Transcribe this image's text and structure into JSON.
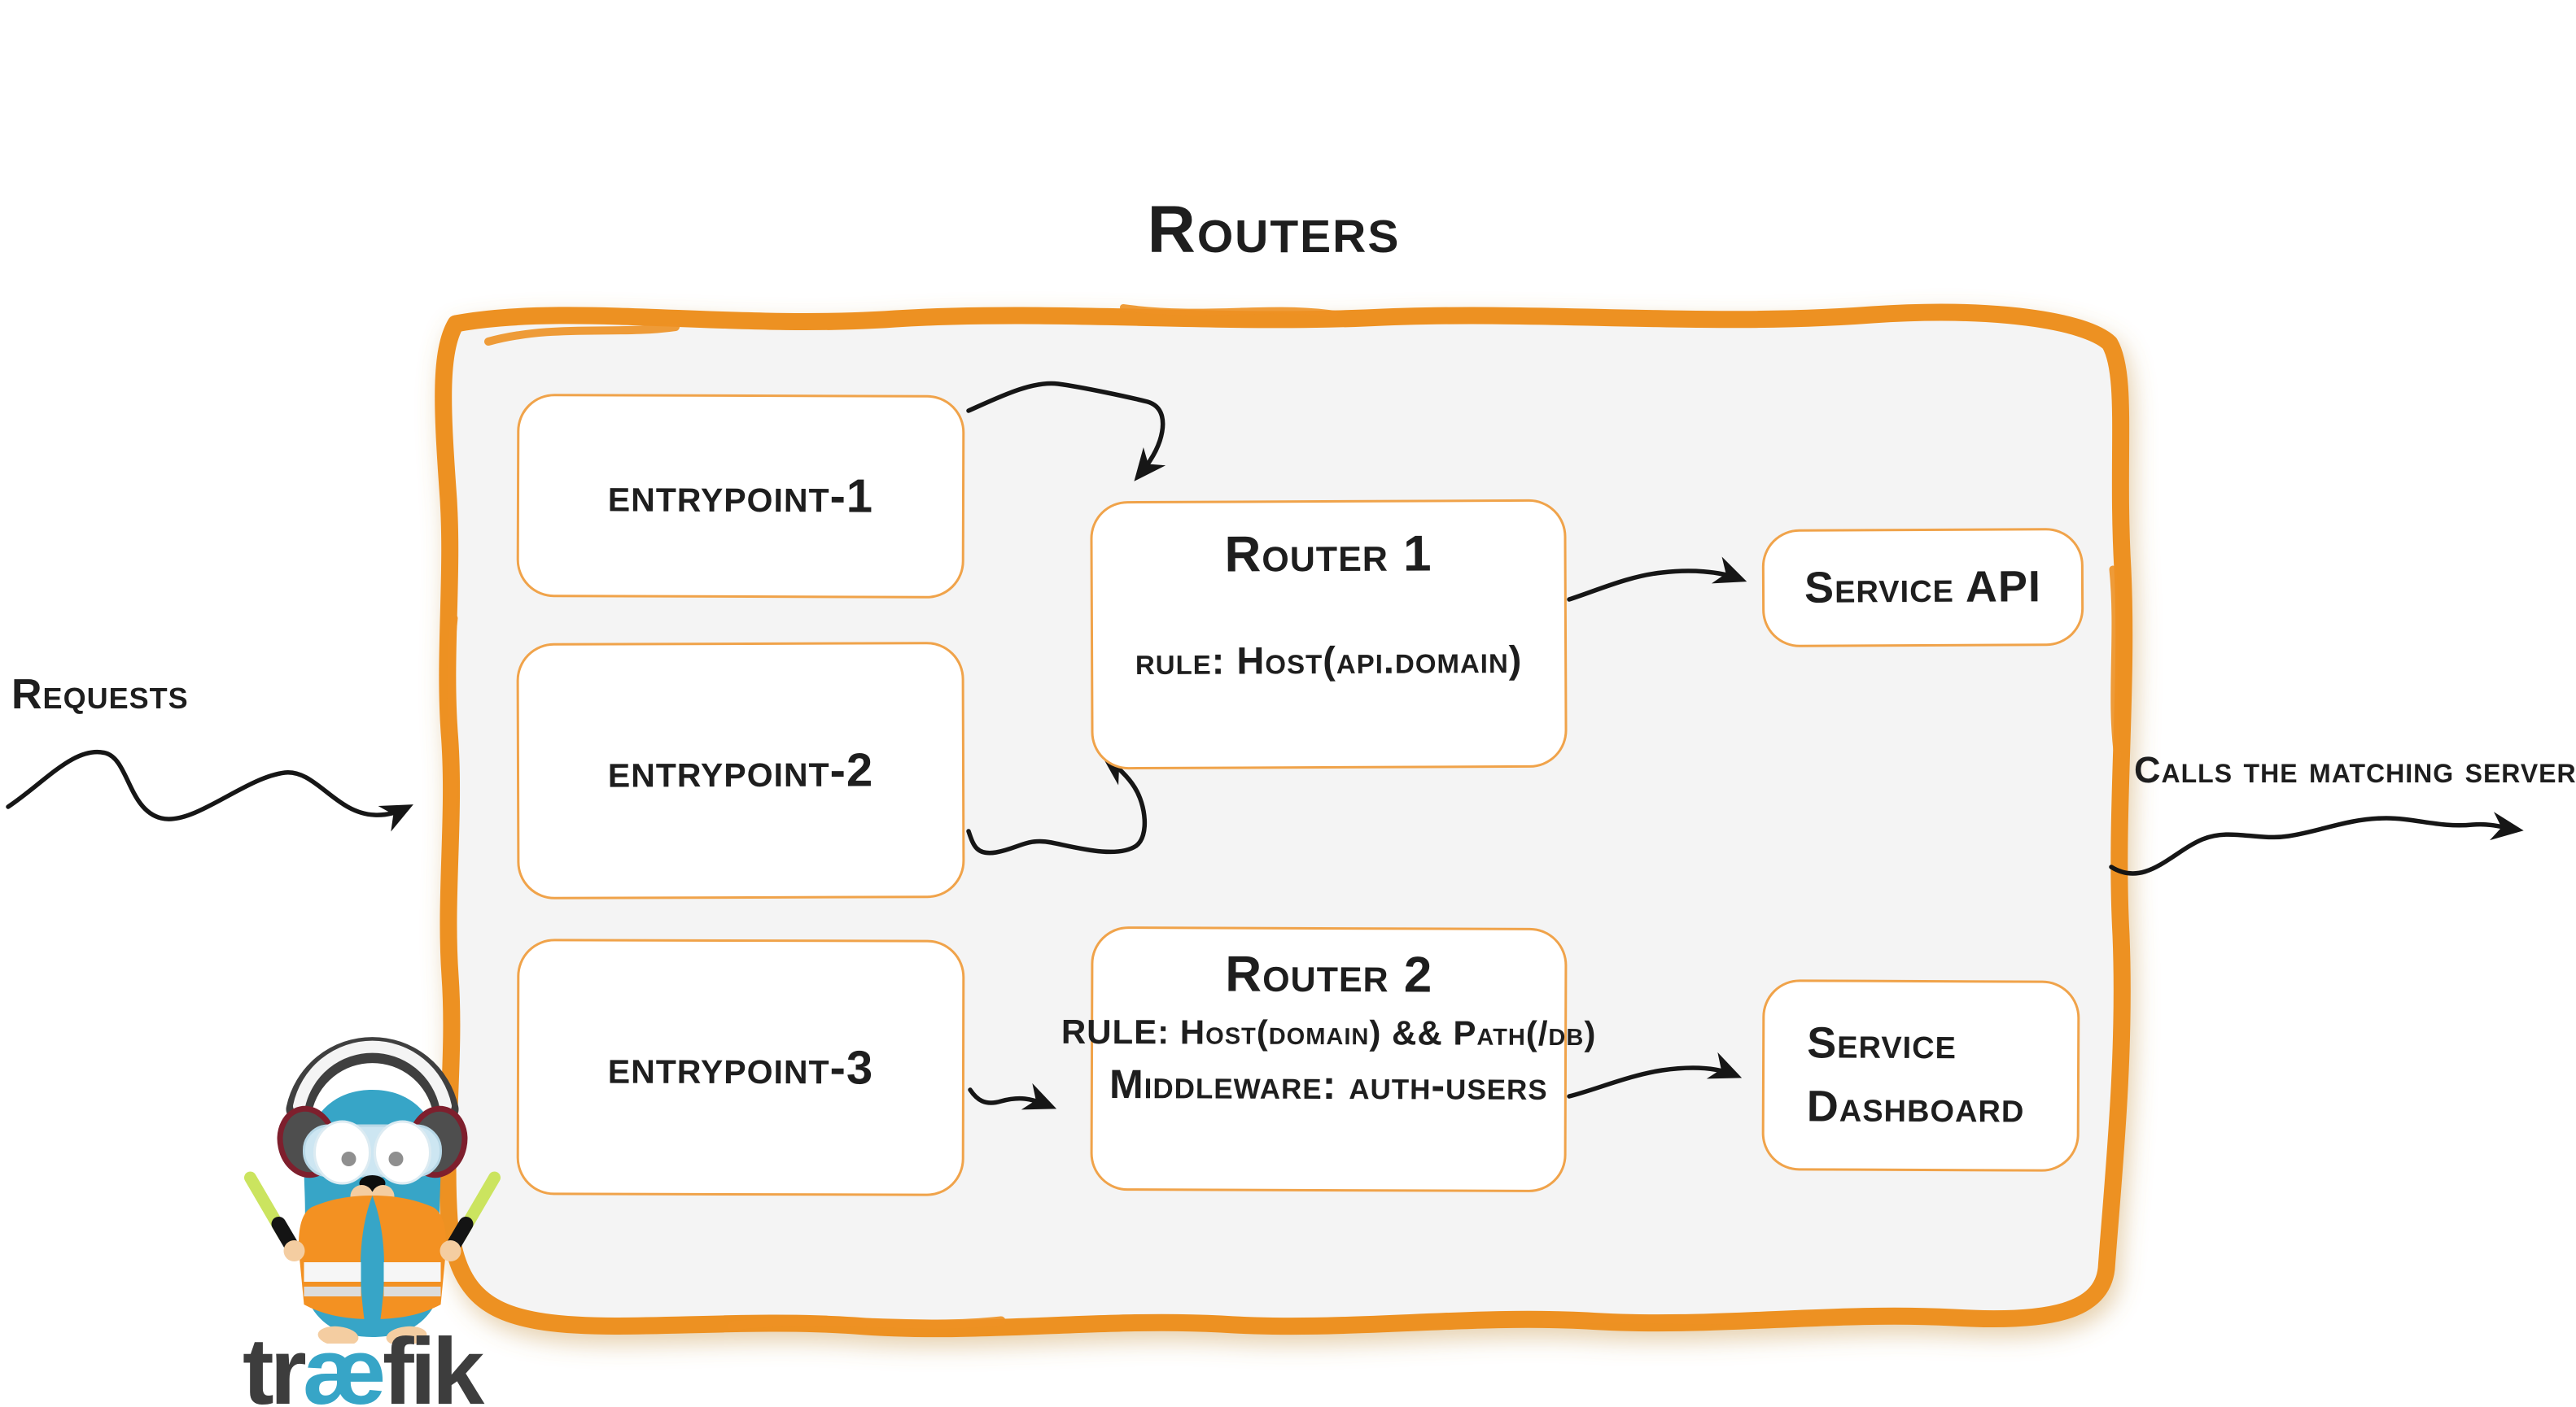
{
  "title": "Routers",
  "side_labels": {
    "requests": "Requests",
    "calls": "Calls the matching server"
  },
  "entrypoints": [
    {
      "label": "entrypoint-1"
    },
    {
      "label": "entrypoint-2"
    },
    {
      "label": "entrypoint-3"
    }
  ],
  "routers": [
    {
      "title": "Router 1",
      "rule": "rule: Host(api.domain)"
    },
    {
      "title": "Router 2",
      "rule": "RULE: Host(domain) && Path(/db)",
      "middleware": "Middleware: auth-users"
    }
  ],
  "services": [
    {
      "label": "Service API"
    },
    {
      "line1": "Service",
      "line2": "Dashboard"
    }
  ],
  "logo": {
    "wordmark_pre": "tr",
    "wordmark_ae": "æ",
    "wordmark_post": "fik"
  },
  "colors": {
    "frame-orange": "#ED9123",
    "box-orange": "#F0A34A",
    "canvas-gray": "#F4F4F4",
    "box-white": "#FFFFFF",
    "ink": "#1E1E1E",
    "arrow-black": "#161616",
    "logo-blue": "#37A5C7",
    "vest-orange": "#F39122",
    "glowstick-green": "#CBE45F",
    "skin-beige": "#F4CDA1"
  }
}
